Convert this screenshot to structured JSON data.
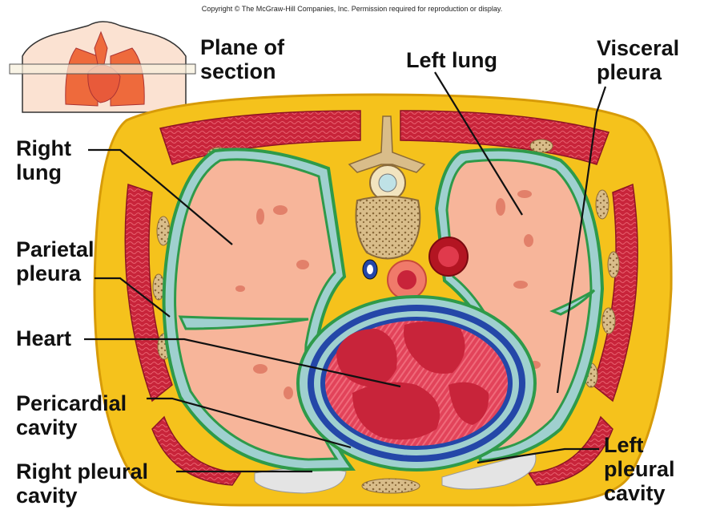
{
  "copyright": "Copyright © The McGraw-Hill Companies, Inc. Permission required for reproduction or display.",
  "labels": {
    "plane_of_section": [
      "Plane of",
      "section"
    ],
    "left_lung": [
      "Left lung"
    ],
    "visceral_pleura": [
      "Visceral",
      "pleura"
    ],
    "right_lung": [
      "Right",
      "lung"
    ],
    "parietal_pleura": [
      "Parietal",
      "pleura"
    ],
    "heart": [
      "Heart"
    ],
    "pericardial_cavity": [
      "Pericardial",
      "cavity"
    ],
    "right_pleural_cavity": [
      "Right pleural",
      "cavity"
    ],
    "left_pleural_cavity": [
      "Left",
      "pleural",
      "cavity"
    ]
  },
  "colors": {
    "fat_yellow": "#f5c21c",
    "muscle_red": "#c8243a",
    "lung_pink": "#f7b59a",
    "pleura_green": "#2e9a4a",
    "pleura_fill": "#9fd0cf",
    "pericardium_blue": "#2447a8",
    "heart_red": "#e03a4c",
    "bone_tan": "#d9bd8a",
    "cavity_gray": "#e4e4e4"
  }
}
